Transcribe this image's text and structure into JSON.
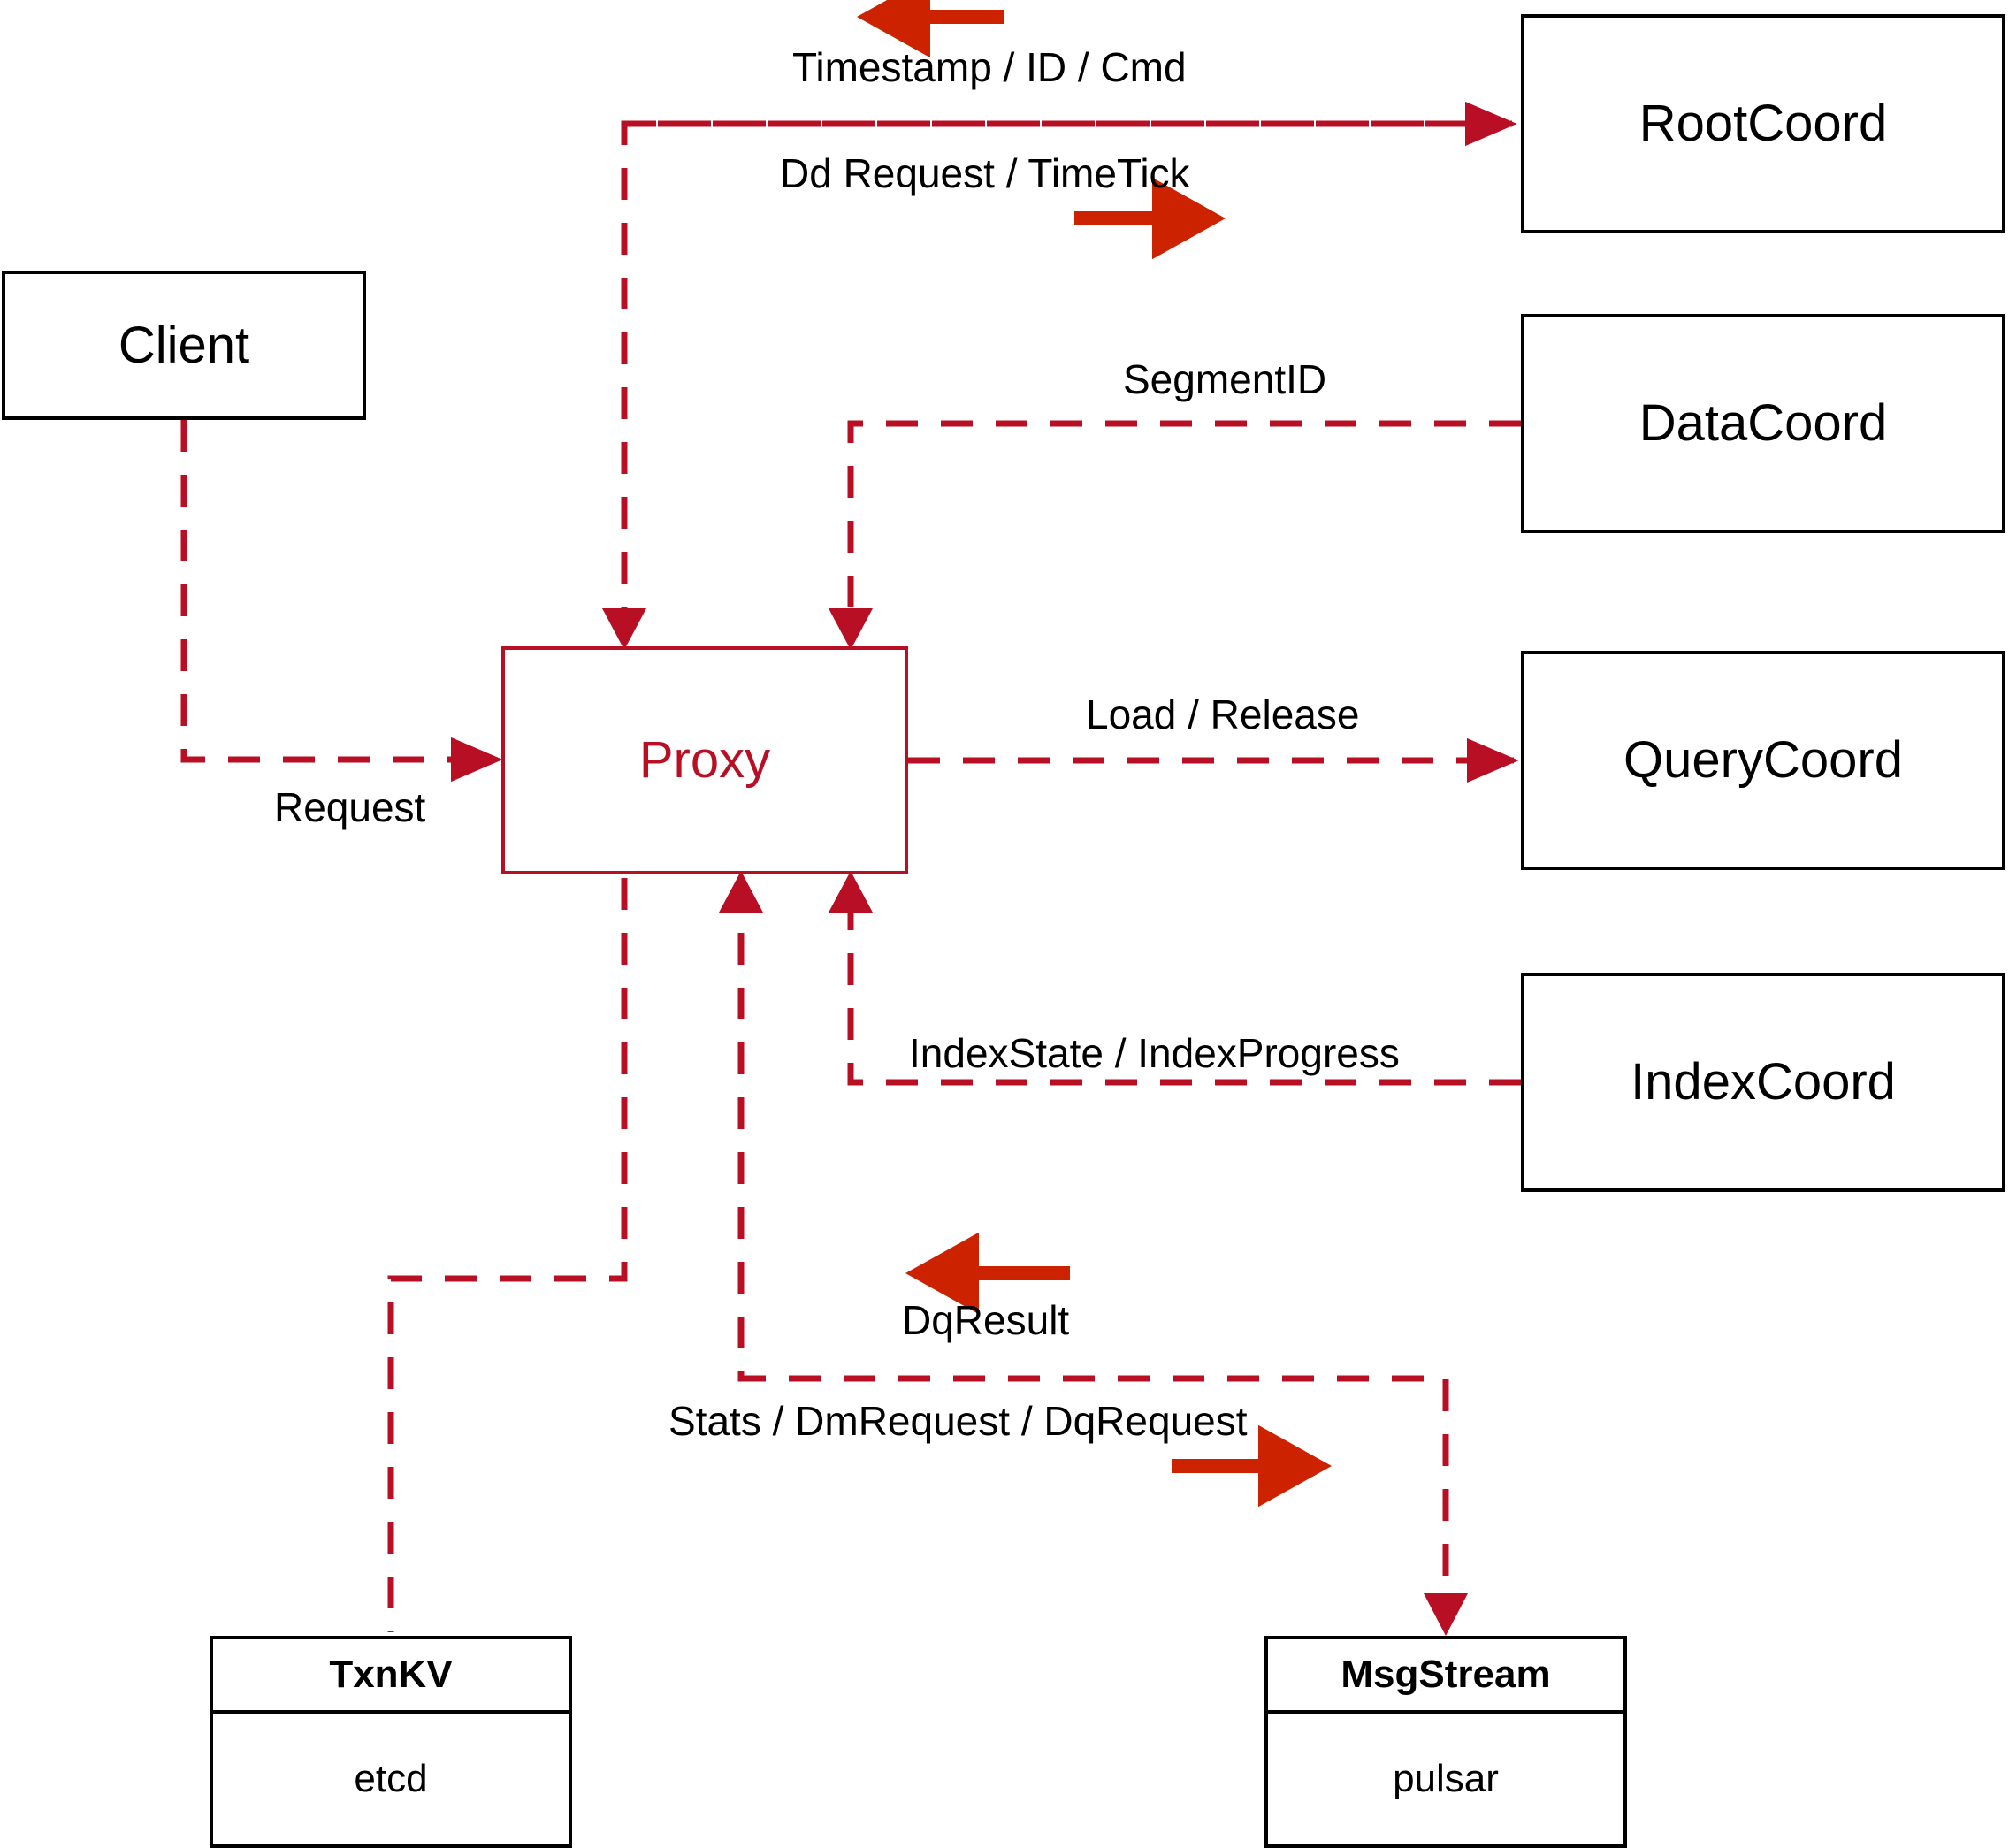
{
  "diagram": {
    "title": "Milvus Proxy interaction diagram",
    "colors": {
      "dashed_edge": "#B80F25",
      "bold_arrow": "#CC2200",
      "node_border": "#000000",
      "proxy_accent": "#B80F25",
      "background": "#FFFFFF"
    },
    "nodes": [
      {
        "id": "client",
        "label": "Client"
      },
      {
        "id": "proxy",
        "label": "Proxy"
      },
      {
        "id": "rootcoord",
        "label": "RootCoord"
      },
      {
        "id": "datacoord",
        "label": "DataCoord"
      },
      {
        "id": "querycoord",
        "label": "QueryCoord"
      },
      {
        "id": "indexcoord",
        "label": "IndexCoord"
      }
    ],
    "stack_nodes": [
      {
        "id": "txnkv",
        "title": "TxnKV",
        "sub": "etcd"
      },
      {
        "id": "msgstream",
        "title": "MsgStream",
        "sub": "pulsar"
      }
    ],
    "edge_labels": [
      {
        "id": "timestamp-id-cmd",
        "text": "Timestamp / ID / Cmd"
      },
      {
        "id": "dd-request-timetick",
        "text": "Dd Request / TimeTick"
      },
      {
        "id": "segmentid",
        "text": "SegmentID"
      },
      {
        "id": "load-release",
        "text": "Load / Release"
      },
      {
        "id": "indexstate-progress",
        "text": "IndexState / IndexProgress"
      },
      {
        "id": "request",
        "text": "Request"
      },
      {
        "id": "dqresult",
        "text": "DqResult"
      },
      {
        "id": "stats-dm-dq",
        "text": "Stats / DmRequest / DqRequest"
      }
    ]
  }
}
